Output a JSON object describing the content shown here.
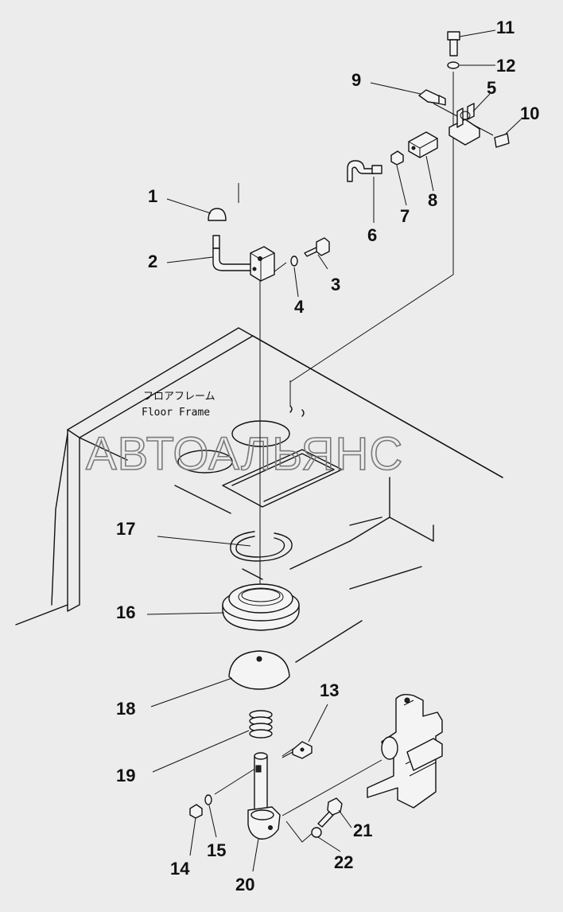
{
  "watermark": "АВТОАЛЬЯНС",
  "frame_label": {
    "jp": "フロアフレーム",
    "en": "Floor Frame"
  },
  "callouts": {
    "c1": "1",
    "c2": "2",
    "c3": "3",
    "c4": "4",
    "c5": "5",
    "c6": "6",
    "c7": "7",
    "c8": "8",
    "c9": "9",
    "c10": "10",
    "c11": "11",
    "c12": "12",
    "c13": "13",
    "c14": "14",
    "c15": "15",
    "c16": "16",
    "c17": "17",
    "c18": "18",
    "c19": "19",
    "c20": "20",
    "c21": "21",
    "c22": "22"
  }
}
